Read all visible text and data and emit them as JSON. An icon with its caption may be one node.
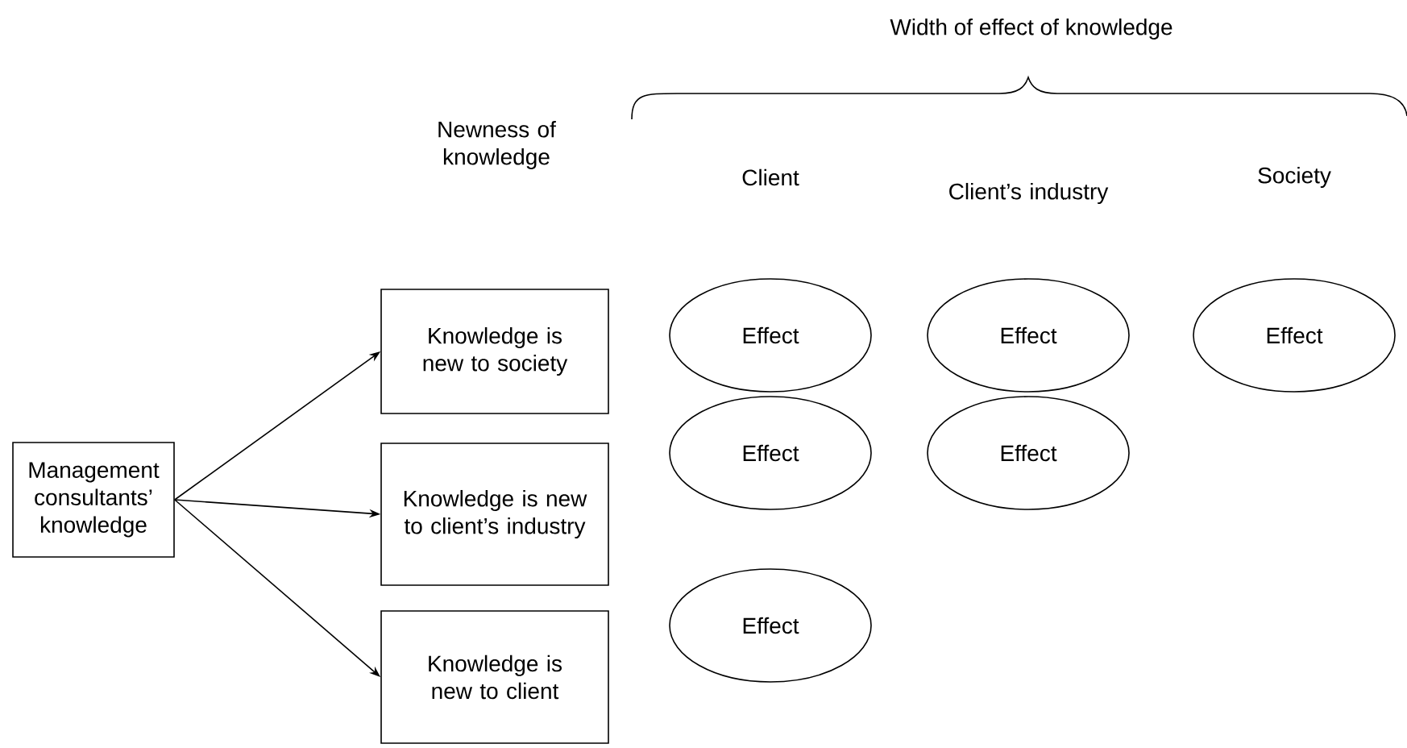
{
  "diagram": {
    "title": "Width of effect of knowledge",
    "nodes": [
      {
        "text": [
          "Management consultants’ knowledge"
        ]
      },
      {
        "text": [
          "Knowledge is new to society"
        ]
      },
      {
        "text": [
          "Knowledge is new to client’s industry"
        ]
      },
      {
        "text": [
          "Knowledge is new to client"
        ]
      },
      {
        "text": [
          "Effect"
        ]
      },
      {
        "text": [
          "Effect"
        ]
      },
      {
        "text": [
          "Effect"
        ]
      },
      {
        "text": [
          "Effect"
        ]
      },
      {
        "text": [
          "Effect"
        ]
      },
      {
        "text": [
          "Effect"
        ]
      }
    ],
    "edges": [
      {
        "from": 0,
        "to": 1,
        "arrow": "to"
      },
      {
        "from": 0,
        "to": 2,
        "arrow": "to"
      },
      {
        "from": 0,
        "to": 3,
        "arrow": "to"
      }
    ],
    "labels": [
      "Newness of knowledge",
      "Client",
      "Client’s industry",
      "Society"
    ]
  }
}
